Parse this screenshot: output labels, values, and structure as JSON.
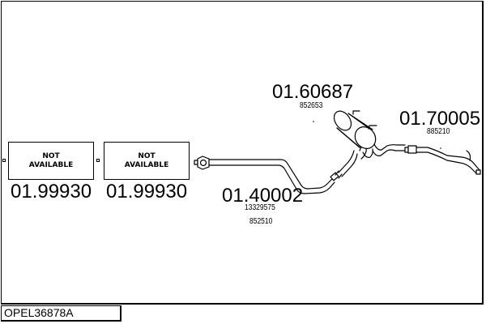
{
  "diagram": {
    "title": "Exhaust system diagram",
    "reference": "OPEL36878A",
    "parts": [
      {
        "id": "part-1",
        "number": "01.99930",
        "status": "NOT AVAILABLE",
        "status_line1": "NOT",
        "status_line2": "AVAILABLE",
        "oem": []
      },
      {
        "id": "part-2",
        "number": "01.99930",
        "status": "NOT AVAILABLE",
        "status_line1": "NOT",
        "status_line2": "AVAILABLE",
        "oem": []
      },
      {
        "id": "part-3",
        "number": "01.40002",
        "oem": [
          "13329575",
          "852510"
        ],
        "icon": "front-pipe-icon"
      },
      {
        "id": "part-4",
        "number": "01.60687",
        "oem": [
          "852653"
        ],
        "icon": "middle-silencer-icon"
      },
      {
        "id": "part-5",
        "number": "01.70005",
        "oem": [
          "885210"
        ],
        "icon": "tail-pipe-icon"
      }
    ]
  }
}
